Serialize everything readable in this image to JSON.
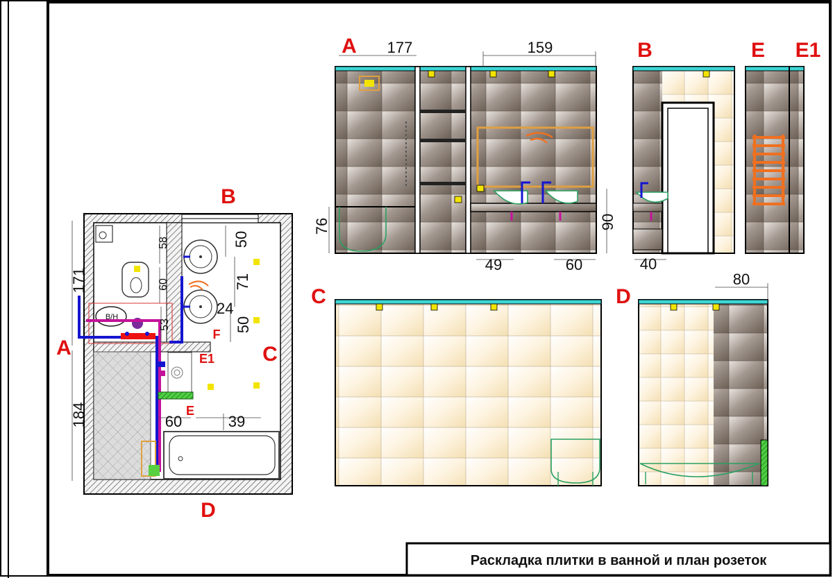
{
  "title": "Раскладка плитки в ванной и план розеток",
  "plan": {
    "wall_labels": {
      "a": "A",
      "b": "B",
      "c": "C",
      "d": "D",
      "e": "E",
      "e1": "E1",
      "f": "F"
    },
    "dims": {
      "left_upper": "171",
      "left_lower": "184",
      "d58": "58",
      "d60_mid": "60",
      "d53": "53",
      "d50_top": "50",
      "d71": "71",
      "d24": "24",
      "d50_bottom": "50",
      "d60_bottom": "60",
      "d39": "39"
    },
    "boiler_label": "В/Н"
  },
  "elevations": {
    "a": {
      "label": "A",
      "dims": {
        "w1": "177",
        "w2": "159",
        "h": "76",
        "d49": "49",
        "d60": "60",
        "d90": "90"
      }
    },
    "b": {
      "label": "B",
      "dims": {
        "d40": "40"
      }
    },
    "e": {
      "label": "E"
    },
    "e1": {
      "label": "E1"
    },
    "c": {
      "label": "C"
    },
    "d": {
      "label": "D",
      "dims": {
        "d80": "80"
      }
    }
  },
  "colors": {
    "label_red": "#e01010",
    "tile_dark": "#8a7e72",
    "tile_light": "#fbefd6",
    "ceiling_band": "#3dd6d6",
    "socket": "#f2e400",
    "pipe_blue": "#1515d0",
    "pipe_magenta": "#c4129a",
    "towel_rail": "#f07020",
    "fixture_green": "#2aa060",
    "mirror_frame": "#e0a040"
  }
}
